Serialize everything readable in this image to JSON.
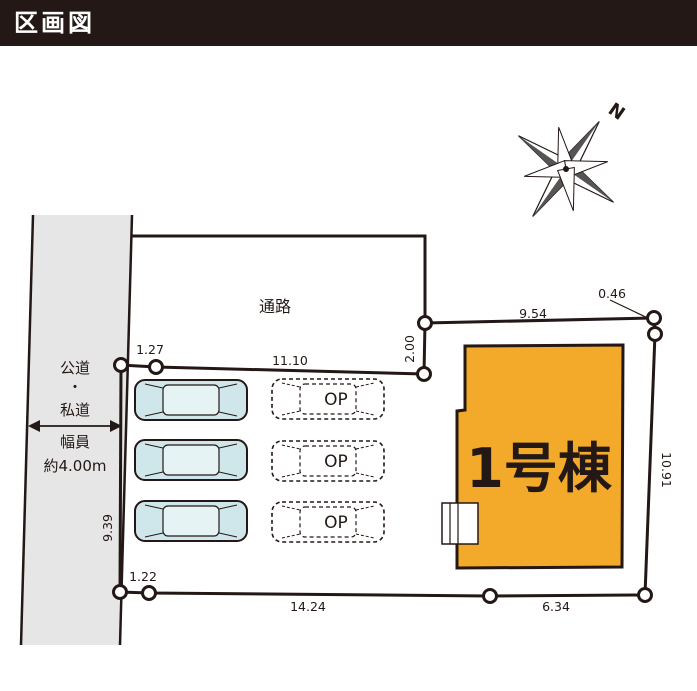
{
  "header": {
    "title": "区画図"
  },
  "compass": {
    "north_label": "N",
    "icon": "compass-rose-icon"
  },
  "road": {
    "line1": "公道",
    "line2": "・",
    "line3": "私道",
    "line4": "幅員",
    "line5": "約4.00m"
  },
  "passage": {
    "label": "通路"
  },
  "building": {
    "label": "1号棟",
    "color": "#f3a929"
  },
  "parking": {
    "op_label": "OP",
    "car_color": "#cfe7ea"
  },
  "dimensions": {
    "top_left_short": "1.27",
    "top_long": "11.10",
    "passage_step": "2.00",
    "upper_right_top": "9.54",
    "upper_right_corner": "0.46",
    "right_side": "10.91",
    "left_side": "9.39",
    "bottom_left_short": "1.22",
    "bottom_long": "14.24",
    "bottom_right": "6.34"
  }
}
